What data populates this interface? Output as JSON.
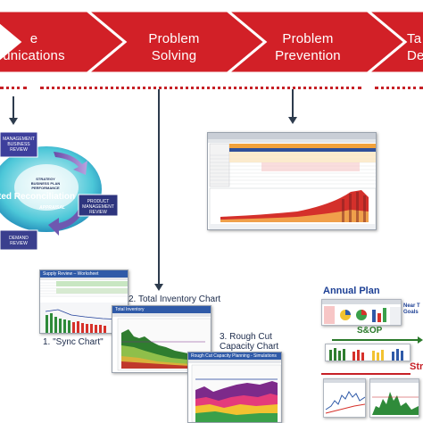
{
  "banner": {
    "color": "#d22027",
    "stages": [
      {
        "line1": "e",
        "line2": "unications"
      },
      {
        "line1": "Problem",
        "line2": "Solving"
      },
      {
        "line1": "Problem",
        "line2": "Prevention"
      },
      {
        "line1": "Ta",
        "line2": "De"
      }
    ]
  },
  "cycle": {
    "management_business_review": "MANAGEMENT BUSINESS REVIEW",
    "strategy": "STRATEGY BUSINESS PLAN PERFORMANCE",
    "reconciliation": "ted Reconciliation",
    "appraisal": "APPRAISAL",
    "product_management_review": "PRODUCT MANAGEMENT REVIEW",
    "demand_review": "DEMAND REVIEW"
  },
  "screenshots": {
    "sync_title": "Supply Review – Worksheet",
    "inventory_title": "Total Inventory",
    "rough_cut_title": "Rough Cut Capacity Planning - Simulations"
  },
  "captions": {
    "sync": "1. \"Sync Chart\"",
    "inventory": "2. Total Inventory Chart",
    "rough_cut_line1": "3. Rough Cut",
    "rough_cut_line2": "Capacity Chart"
  },
  "annual_plan": {
    "title": "Annual Plan",
    "near_term_line1": "Near T",
    "near_term_line2": "Goals",
    "sop": "S&OP",
    "strategy": "Stra"
  },
  "colors": {
    "navy": "#2d3b4d",
    "plan_blue": "#1c3f94",
    "sop_green": "#2b7a2b",
    "strategy_red": "#c62026"
  }
}
